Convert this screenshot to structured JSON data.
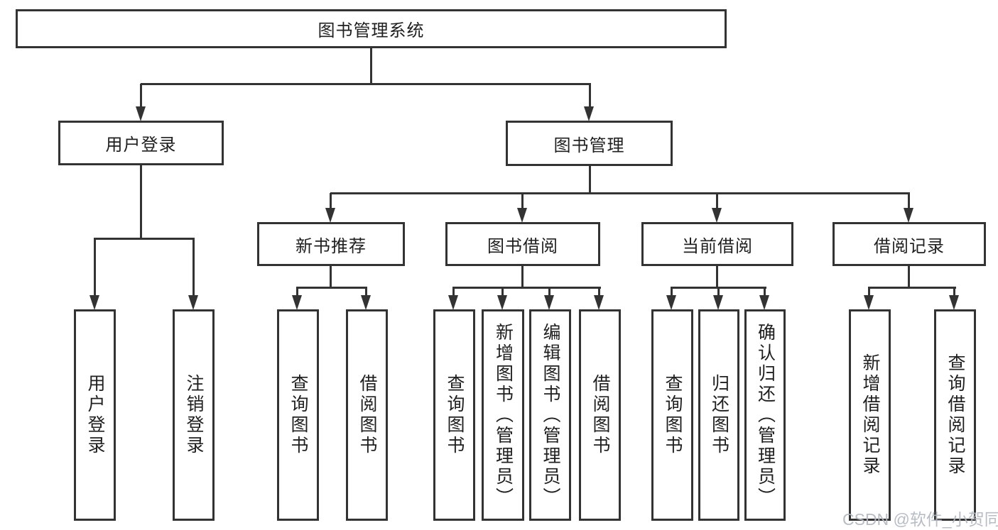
{
  "diagram": {
    "root": "图书管理系统",
    "branches": [
      "用户登录",
      "图书管理"
    ],
    "modules": [
      "新书推荐",
      "图书借阅",
      "当前借阅",
      "借阅记录"
    ],
    "leaves": [
      "用户登录",
      "注销登录",
      "查询图书",
      "借阅图书",
      "查询图书",
      "新增图书（管理员）",
      "编辑图书（管理员）",
      "借阅图书",
      "查询图书",
      "归还图书",
      "确认归还（管理员）",
      "新增借阅记录",
      "查询借阅记录"
    ],
    "watermark": "CSDN @软件_小贺同学",
    "colors": {
      "line": "#333333",
      "text": "#1f1f1f",
      "watermark": "#b2b8bf",
      "background": "#ffffff"
    }
  }
}
